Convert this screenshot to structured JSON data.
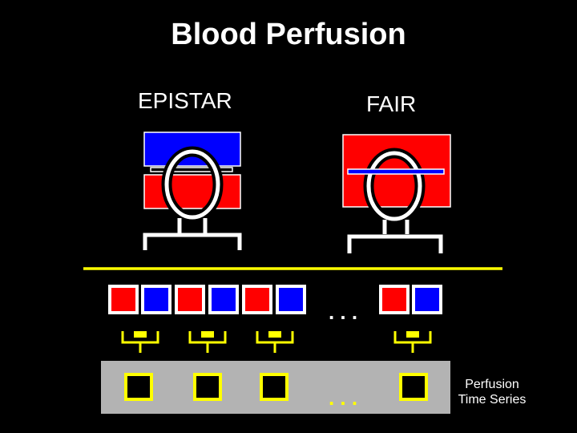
{
  "title": "Blood Perfusion",
  "labels": {
    "epistar": "EPISTAR",
    "fair": "FAIR",
    "perfusion_series_line1": "Perfusion",
    "perfusion_series_line2": "Time Series",
    "ellipsis_top": ". . .",
    "ellipsis_bottom": ". . ."
  },
  "colors": {
    "background": "#000000",
    "label_red": "#ff0000",
    "label_blue": "#0000ff",
    "connector_yellow": "#ffff00",
    "panel_gray": "#b3b3b3",
    "text": "#ffffff"
  },
  "image_sequence": [
    "red",
    "blue",
    "red",
    "blue",
    "red",
    "blue",
    "red",
    "blue"
  ],
  "subtraction_count": 4,
  "perfusion_frames": 4
}
